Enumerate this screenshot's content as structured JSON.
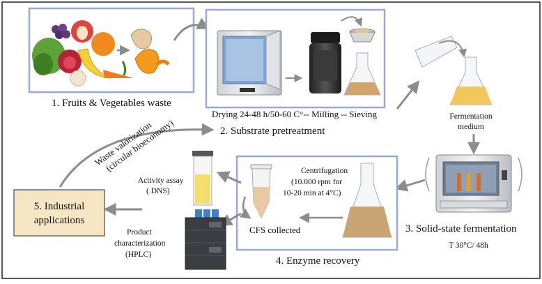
{
  "steps": {
    "step1": "1.  Fruits & Vegetables waste",
    "step2": "2. Substrate pretreatment",
    "step3": "3. Solid-state fermentation",
    "step4": "4. Enzyme recovery",
    "step5_line1": "5. Industrial",
    "step5_line2": "applications"
  },
  "labels": {
    "pretreatment_conditions": "Drying 24-48 h/50-60 C°-- Milling -- Sieving",
    "fermentation_medium_1": "Fermentation",
    "fermentation_medium_2": "medium",
    "fermentation_conditions": "T 30°C/ 48h",
    "centrifugation_1": "Centrifugation",
    "centrifugation_2": "(10.000 rpm for",
    "centrifugation_3": "10-20 min at 4°C)",
    "cfs_collected": "CFS collected",
    "activity_assay_1": "Activity assay",
    "activity_assay_2": "( DNS)",
    "product_char_1": "Product",
    "product_char_2": "characterization",
    "product_char_3": "(HPLC)",
    "waste_valorization_1": "Waste valorization",
    "waste_valorization_2": "(circular bioeconomy)"
  },
  "colors": {
    "box_border": "#9aa9d4",
    "arrow": "#8c8c8c",
    "industrial_fill": "#f7e6c3",
    "industrial_border": "#6b6b6b",
    "frame": "#222222"
  }
}
